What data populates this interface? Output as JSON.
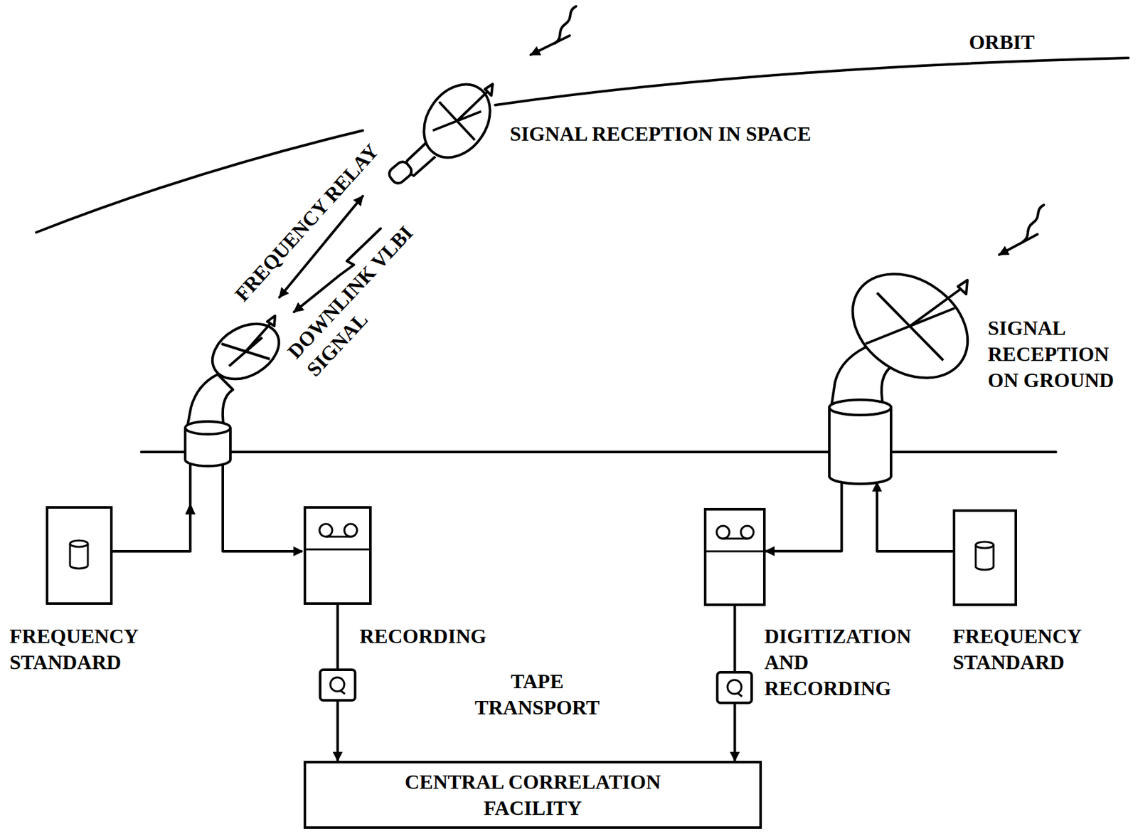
{
  "diagram": {
    "nodes": [
      {
        "text": [
          "SIGNAL RECEPTION IN SPACE"
        ]
      },
      {
        "text": [
          "SIGNAL RECEPTION ON GROUND"
        ]
      },
      {
        "text": [
          "FREQUENCY STANDARD"
        ]
      },
      {
        "text": [
          "RECORDING"
        ]
      },
      {
        "text": [
          "DIGITIZATION AND RECORDING"
        ]
      },
      {
        "text": [
          "FREQUENCY STANDARD"
        ]
      },
      {
        "text": [
          "CENTRAL CORRELATION FACILITY"
        ]
      }
    ],
    "edges": [
      {
        "from": 3,
        "to": 6,
        "arrow": "to"
      },
      {
        "from": 4,
        "to": 6,
        "arrow": "to"
      },
      {
        "from": 1,
        "to": 4,
        "arrow": "to"
      },
      {
        "from": 5,
        "to": 1,
        "arrow": "to"
      }
    ],
    "labels": [
      "ORBIT",
      "FREQUENCY RELAY",
      "DOWNLINK VLBI SIGNAL",
      "TAPE TRANSPORT"
    ]
  }
}
